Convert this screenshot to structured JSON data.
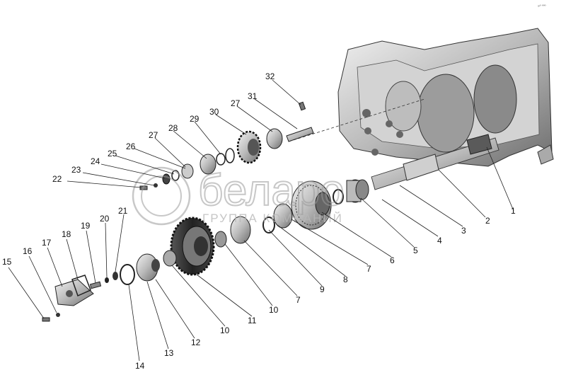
{
  "watermark": {
    "brand": "беларо",
    "tagline": "ГРУППА КОМПАНИЙ"
  },
  "corner_code": "»º ººº",
  "labels": [
    "1",
    "2",
    "3",
    "4",
    "5",
    "6",
    "7",
    "8",
    "9",
    "7",
    "10",
    "11",
    "10",
    "12",
    "13",
    "14",
    "15",
    "16",
    "17",
    "18",
    "19",
    "20",
    "21",
    "22",
    "23",
    "24",
    "25",
    "26",
    "27",
    "28",
    "29",
    "30",
    "27",
    "31",
    "32"
  ]
}
